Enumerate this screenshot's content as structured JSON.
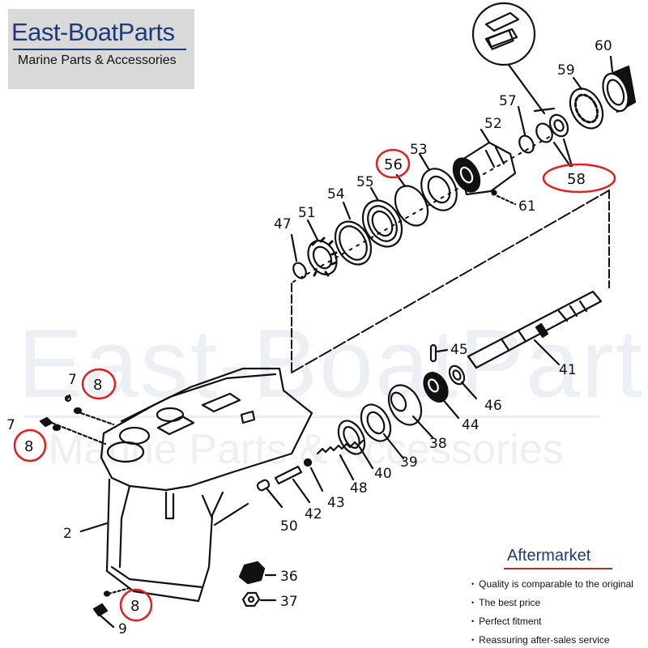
{
  "brand": {
    "name": "East-BoatParts",
    "tagline": "Marine Parts & Accessories"
  },
  "watermark": {
    "line1": "East-BoatParts",
    "line2": "Marine Parts & Accessories"
  },
  "colors": {
    "brand_blue": "#1f3a7a",
    "highlight_red": "#e02020",
    "logo_background": "#d9d9d9",
    "drawing_ink": "#111111"
  },
  "diagram": {
    "part_labels": {
      "p2": "2",
      "p7a": "7",
      "p7b": "7",
      "p9": "9",
      "p36": "36",
      "p37": "37",
      "p38": "38",
      "p39": "39",
      "p40": "40",
      "p41": "41",
      "p42": "42",
      "p43": "43",
      "p44": "44",
      "p45": "45",
      "p46": "46",
      "p47": "47",
      "p48": "48",
      "p50": "50",
      "p51": "51",
      "p52": "52",
      "p53": "53",
      "p54": "54",
      "p55": "55",
      "p57": "57",
      "p59": "59",
      "p60": "60",
      "p61": "61"
    },
    "highlighted_labels": {
      "h8a": "8",
      "h8b": "8",
      "h8c": "8",
      "h56": "56",
      "h58": "58"
    }
  },
  "aftermarket": {
    "title": "Aftermarket",
    "features": [
      "Quality is comparable to the original",
      "The best price",
      "Perfect fitment",
      "Reassuring after-sales service"
    ]
  }
}
